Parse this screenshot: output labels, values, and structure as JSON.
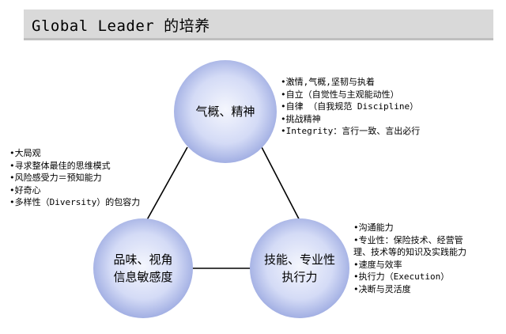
{
  "header": {
    "title": "Global Leader 的培养"
  },
  "nodes": {
    "top": {
      "label": "气概、精神",
      "points": [
        "激情,气概,坚韧与执着",
        "自立（自觉性与主观能动性）",
        "自律 （自我规范 Discipline）",
        "挑战精神",
        "Integrity：言行一致、言出必行"
      ]
    },
    "left": {
      "label_line1": "品味、视角",
      "label_line2": "信息敏感度",
      "points": [
        "大局观",
        "寻求整体最佳的思维模式",
        "风险感受力＝预知能力",
        "好奇心",
        "多样性（Diversity）的包容力"
      ]
    },
    "right": {
      "label_line1": "技能、专业性",
      "label_line2": "执行力",
      "points": [
        "沟通能力",
        "专业性：保险技术、经营管",
        "理、技术等的知识及实践能力",
        "速度与效率",
        "执行力（Execution）",
        "决断与灵活度"
      ]
    }
  },
  "colors": {
    "circle_center": "#f4f6fd",
    "circle_edge": "#9aa8e0",
    "connector": "#000000",
    "title_bg": "#d9d9d9"
  }
}
